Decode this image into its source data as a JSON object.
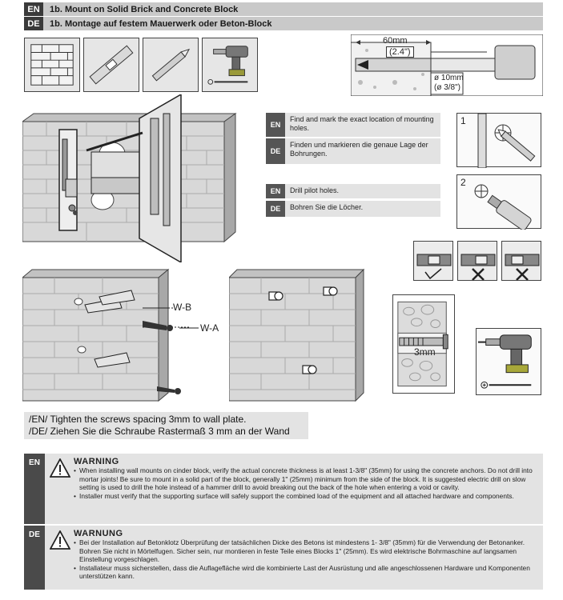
{
  "header": {
    "en_tag": "EN",
    "en_title": "1b. Mount on Solid Brick and Concrete Block",
    "de_tag": "DE",
    "de_title": "1b. Montage auf festem Mauerwerk oder Beton-Block"
  },
  "drill_diagram": {
    "depth_mm": "60mm",
    "depth_in": "(2.4\")",
    "dia_mm": "ø 10mm",
    "dia_in": "(ø 3/8\")"
  },
  "steps": {
    "mark_en_tag": "EN",
    "mark_en": "Find and mark the exact location of mounting holes.",
    "mark_de_tag": "DE",
    "mark_de": "Finden und markieren die genaue Lage der Bohrungen.",
    "drill_en_tag": "EN",
    "drill_en": "Drill pilot holes.",
    "drill_de_tag": "DE",
    "drill_de": "Bohren Sie die Löcher.",
    "step1_num": "1",
    "step2_num": "2"
  },
  "labels": {
    "wb": "W-B",
    "wa": "W-A",
    "spacing": "3mm"
  },
  "caption": {
    "en": "/EN/ Tighten the screws spacing 3mm to wall plate.",
    "de": "/DE/ Ziehen Sie die Schraube Rastermaß 3 mm an der Wand"
  },
  "warning_en": {
    "tag": "EN",
    "title": "WARNING",
    "items": [
      "When installing wall mounts on cinder block, verify the actual concrete thickness is at least 1-3/8\" (35mm) for using the concrete anchors. Do not drill into mortar joints! Be sure to mount in a solid part of the block, generally 1\" (25mm) minimum from the side of the block. It is suggested electric drill on slow setting is used to drill the hole instead of a hammer drill to avoid breaking out the back of the hole when entering a void or cavity.",
      "Installer must verify that the supporting surface will safely support the combined load of the equipment and all attached hardware and components."
    ]
  },
  "warning_de": {
    "tag": "DE",
    "title": "WARNUNG",
    "items": [
      "Bei der Installation auf Betonklotz Überprüfung der tatsächlichen Dicke des Betons ist mindestens 1- 3/8\" (35mm) für die Verwendung der Betonanker. Bohren Sie nicht in Mörtelfugen. Sicher sein, nur montieren in feste Teile eines Blocks 1\" (25mm). Es wird elektrische Bohrmaschine auf langsamen Einstellung vorgeschlagen.",
      "Installateur muss sicherstellen, dass die Auflagefläche wird die kombinierte Last der Ausrüstung und alle angeschlossenen Hardware und Komponenten unterstützen kann."
    ]
  }
}
